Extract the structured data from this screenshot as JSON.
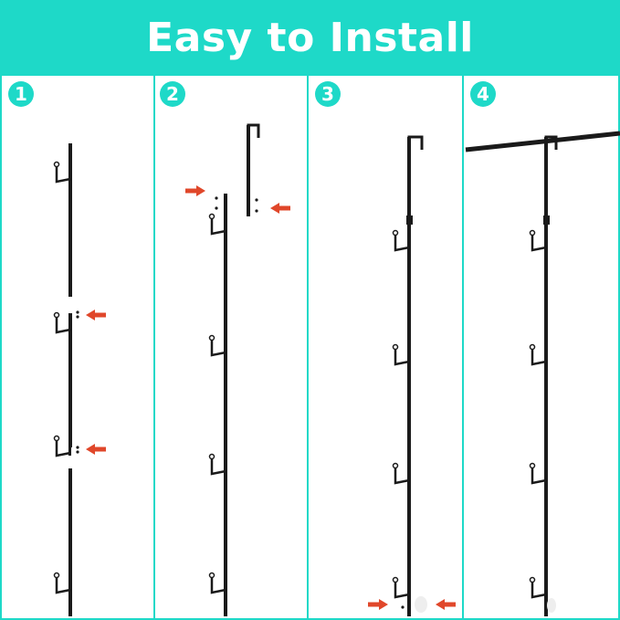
{
  "header": {
    "title": "Easy to Install"
  },
  "steps": [
    {
      "number": "1"
    },
    {
      "number": "2"
    },
    {
      "number": "3"
    },
    {
      "number": "4"
    }
  ],
  "colors": {
    "accent": "#1ed9c8",
    "arrow": "#e0472a",
    "metal": "#1a1a1a"
  }
}
